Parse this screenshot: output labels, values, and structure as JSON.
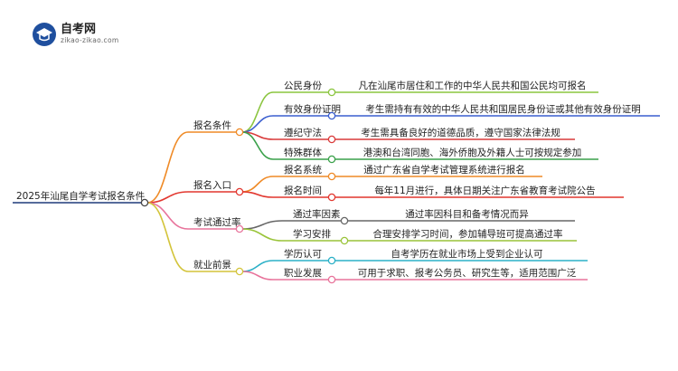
{
  "brand": {
    "name": "自考网",
    "url": "zikao-zikao.com"
  },
  "root": {
    "label": "2025年汕尾自学考试报名条件",
    "color": "#1f3a7a"
  },
  "branches": [
    {
      "label": "报名条件",
      "color": "#ef8a26",
      "children": [
        {
          "label": "公民身份",
          "detail": "凡在汕尾市居住和工作的中华人民共和国公民均可报名",
          "color": "#8bc53f"
        },
        {
          "label": "有效身份证明",
          "detail": "考生需持有有效的中华人民共和国居民身份证或其他有效身份证明",
          "color": "#3a5ecf"
        },
        {
          "label": "遵纪守法",
          "detail": "考生需具备良好的道德品质，遵守国家法律法规",
          "color": "#d93a3a"
        },
        {
          "label": "特殊群体",
          "detail": "港澳和台湾同胞、海外侨胞及外籍人士可按规定参加",
          "color": "#3aa14a"
        }
      ]
    },
    {
      "label": "报名入口",
      "color": "#e2372f",
      "children": [
        {
          "label": "报名系统",
          "detail": "通过广东省自学考试管理系统进行报名",
          "color": "#ef8a26"
        },
        {
          "label": "报名时间",
          "detail": "每年11月进行，具体日期关注广东省教育考试院公告",
          "color": "#e2372f"
        }
      ]
    },
    {
      "label": "考试通过率",
      "color": "#e8739b",
      "children": [
        {
          "label": "通过率因素",
          "detail": "通过率因科目和备考情况而异",
          "color": "#666666"
        },
        {
          "label": "学习安排",
          "detail": "合理安排学习时间，参加辅导班可提高通过率",
          "color": "#9ac43a"
        }
      ]
    },
    {
      "label": "就业前景",
      "color": "#d3c43a",
      "children": [
        {
          "label": "学历认可",
          "detail": "自考学历在就业市场上受到企业认可",
          "color": "#2bb0c7"
        },
        {
          "label": "职业发展",
          "detail": "可用于求职、报考公务员、研究生等，适用范围广泛",
          "color": "#e8739b"
        }
      ]
    }
  ]
}
